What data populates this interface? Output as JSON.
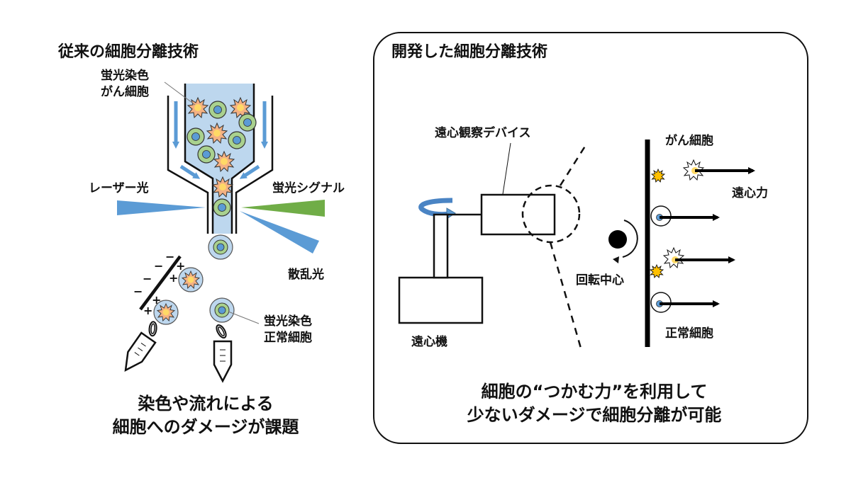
{
  "left_panel": {
    "title": "従来の細胞分離技術",
    "label_cancer_stained": [
      "蛍光染色",
      "がん細胞"
    ],
    "label_laser": "レーザー光",
    "label_fluorescence": "蛍光シグナル",
    "label_scatter": "散乱光",
    "label_normal_stained": [
      "蛍光染色",
      "正常細胞"
    ],
    "charge_positive": "+",
    "charge_negative": "−",
    "caption": [
      "染色や流れによる",
      "細胞へのダメージが課題"
    ]
  },
  "right_panel": {
    "title": "開発した細胞分離技術",
    "label_device": "遠心観察デバイス",
    "label_centrifuge": "遠心機",
    "label_cancer": "がん細胞",
    "label_force": "遠心力",
    "label_rotation_center": "回転中心",
    "label_normal": "正常細胞",
    "caption": [
      "細胞の“つかむ力”を利用して",
      "少ないダメージで細胞分離が可能"
    ]
  },
  "colors": {
    "fluid": "#bdd7ee",
    "flow_arrow": "#5b9bd5",
    "laser": "#5b9bd5",
    "fluorescence": "#70ad47",
    "cell_green": "#a9d18e",
    "nucleus_blue": "#5b9bd5",
    "cancer_orange": "#f4b183",
    "cancer_core": "#ffd966",
    "cancer_attached": "#ffc000"
  }
}
